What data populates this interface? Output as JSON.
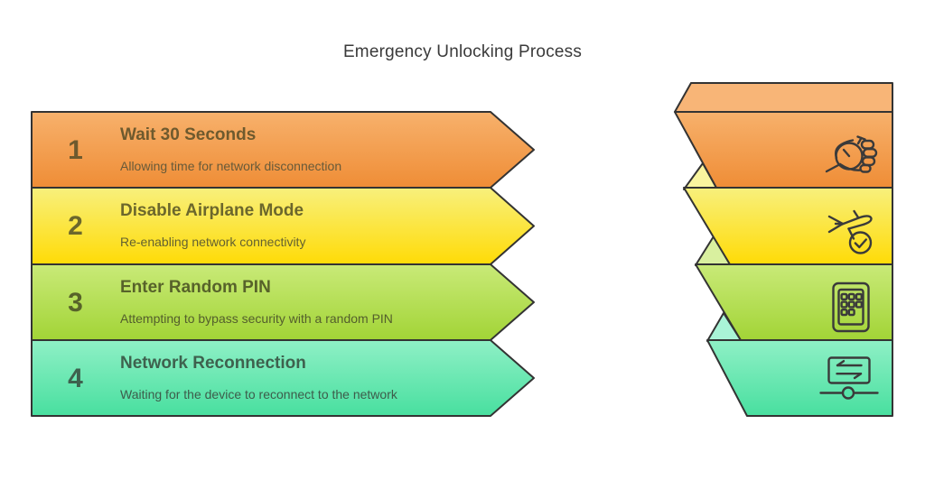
{
  "title": "Emergency Unlocking Process",
  "steps": [
    {
      "number": "1",
      "title": "Wait 30 Seconds",
      "subtitle": "Allowing time for network disconnection",
      "icon": "hand-stopwatch-icon",
      "color": "#f0903a"
    },
    {
      "number": "2",
      "title": "Disable Airplane Mode",
      "subtitle": "Re-enabling network connectivity",
      "icon": "airplane-check-icon",
      "color": "#ffdb06"
    },
    {
      "number": "3",
      "title": "Enter Random PIN",
      "subtitle": "Attempting to bypass security with a random PIN",
      "icon": "keypad-icon",
      "color": "#a2d436"
    },
    {
      "number": "4",
      "title": "Network Reconnection",
      "subtitle": "Waiting for the device to reconnect to the network",
      "icon": "network-transfer-icon",
      "color": "#48df9f"
    }
  ],
  "colors": {
    "outline": "#333333",
    "icon_stroke": "#3a3a3a",
    "title_text": "#3a3a3a"
  }
}
